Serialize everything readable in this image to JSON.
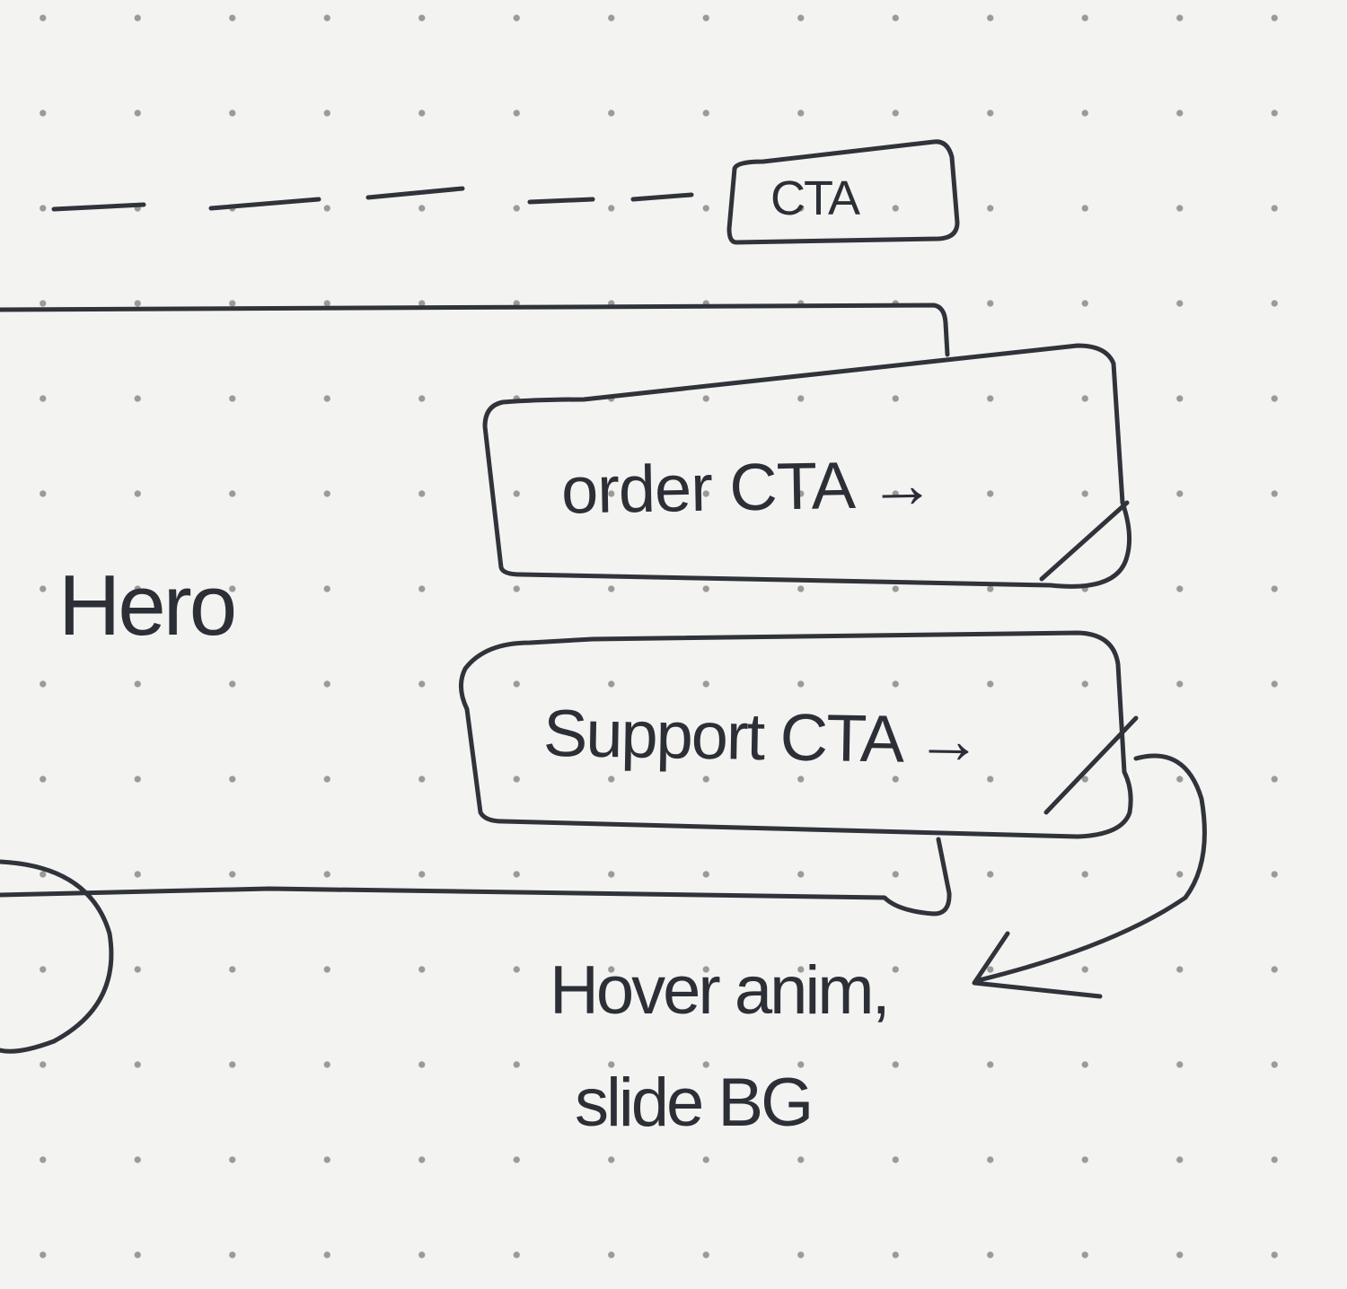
{
  "sketch": {
    "top_cta_label": "CTA",
    "hero_label": "Hero",
    "order_cta_label": "order CTA →",
    "support_cta_label": "Support CTA →",
    "annotation_line1": "Hover anim,",
    "annotation_line2": "slide BG"
  }
}
